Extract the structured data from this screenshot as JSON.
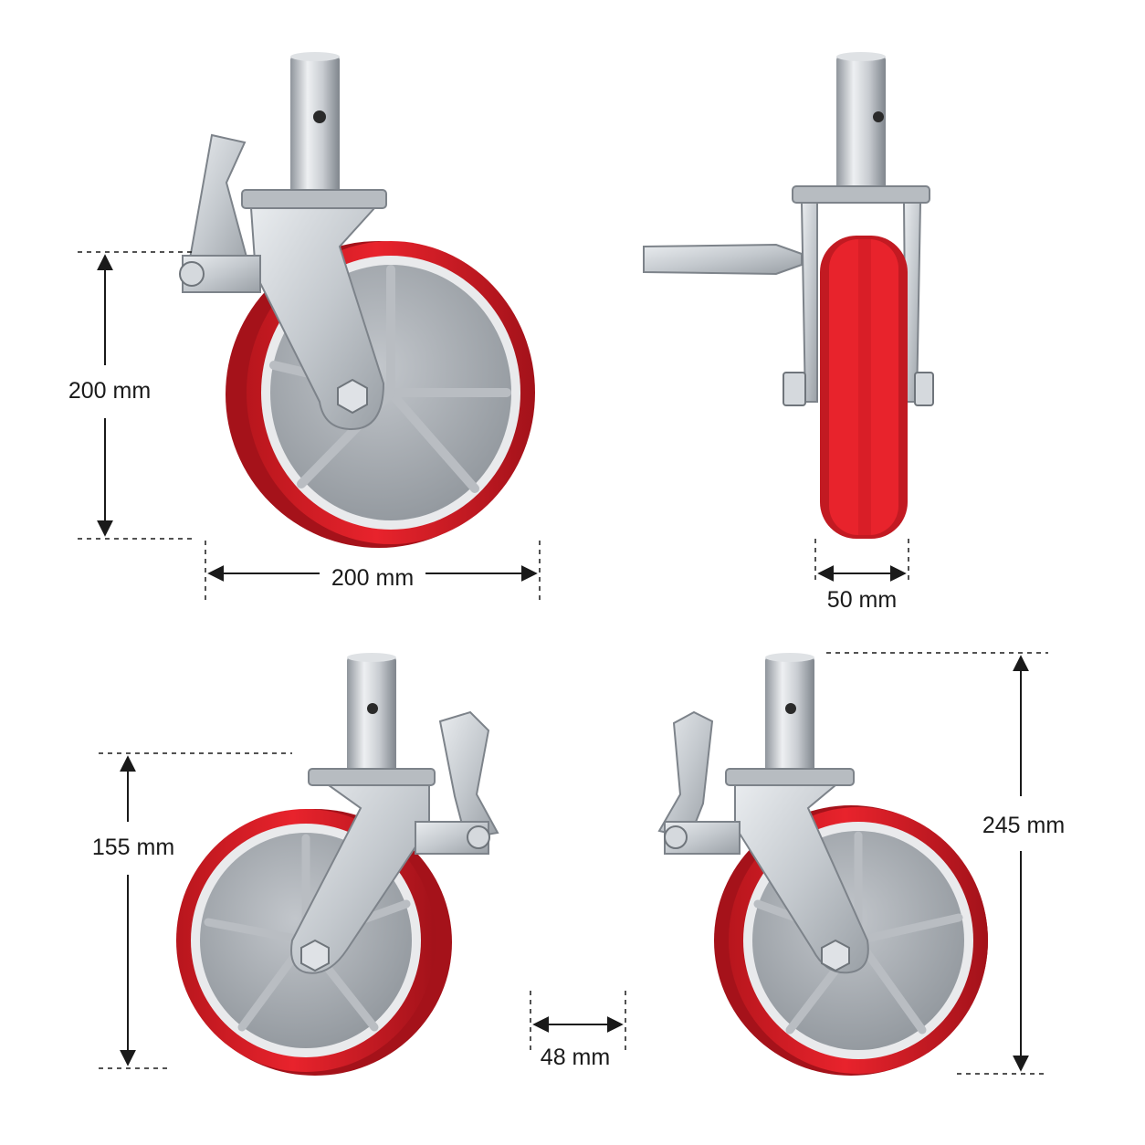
{
  "dimensions": {
    "wheel_height": "200 mm",
    "wheel_diameter": "200 mm",
    "wheel_width": "50 mm",
    "left_height": "155 mm",
    "offset": "48 mm",
    "total_height": "245 mm"
  },
  "colors": {
    "tread": "#e8232c",
    "tread_dark": "#b8161d",
    "metal": "#c9cdd2",
    "metal_dark": "#8f959c",
    "metal_light": "#eef0f2",
    "hub": "#a8adb3",
    "dimension_line": "#1a1a1a"
  }
}
